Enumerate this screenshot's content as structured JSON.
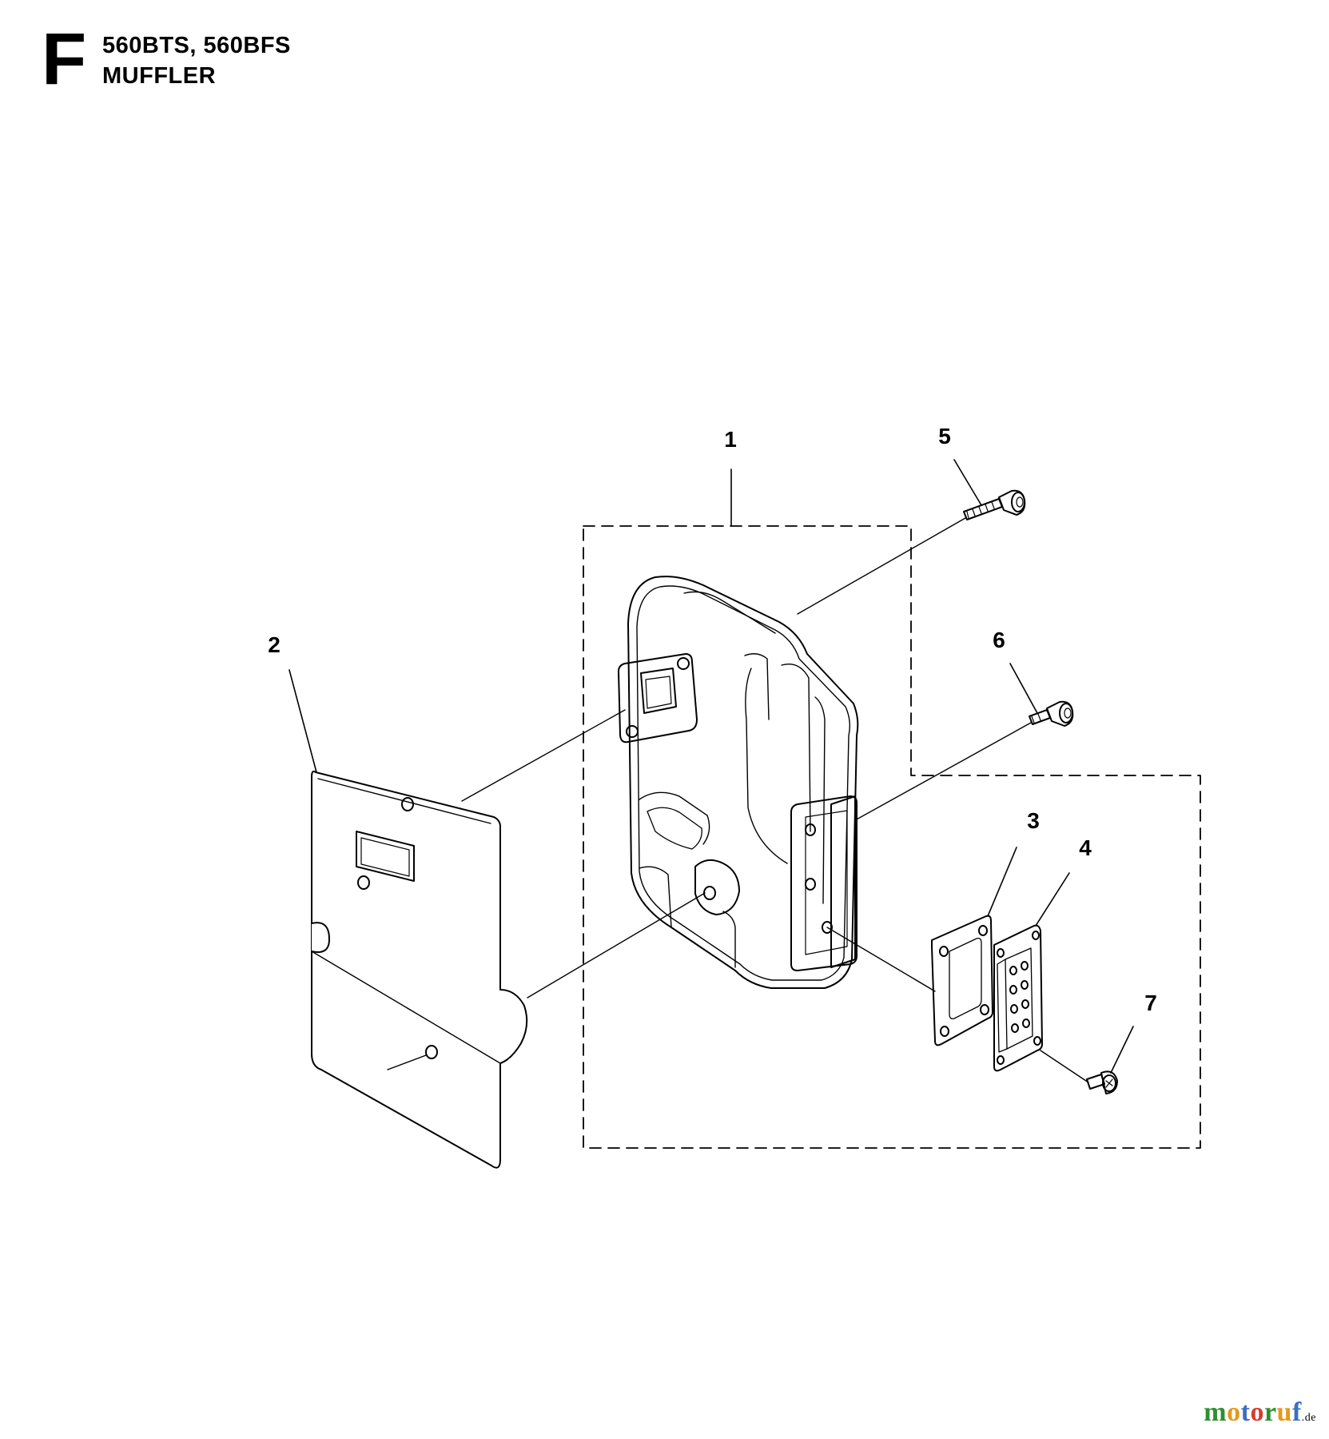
{
  "header": {
    "section_letter": "F",
    "model_line": "560BTS, 560BFS",
    "assembly_name": "MUFFLER"
  },
  "callouts": {
    "part_1": "1",
    "part_2": "2",
    "part_3": "3",
    "part_4": "4",
    "part_5": "5",
    "part_6": "6",
    "part_7": "7"
  },
  "watermark": {
    "name_parts": [
      "m",
      "o",
      "t",
      "o",
      "r",
      "u",
      "f"
    ],
    "name_colors": [
      "#2f8f2f",
      "#e39a1b",
      "#3a6fc4",
      "#d63b2f",
      "#2f8f2f",
      "#e39a1b",
      "#3a6fc4"
    ],
    "suffix": ".de"
  },
  "colors": {
    "line": "#000000",
    "background": "#ffffff"
  }
}
